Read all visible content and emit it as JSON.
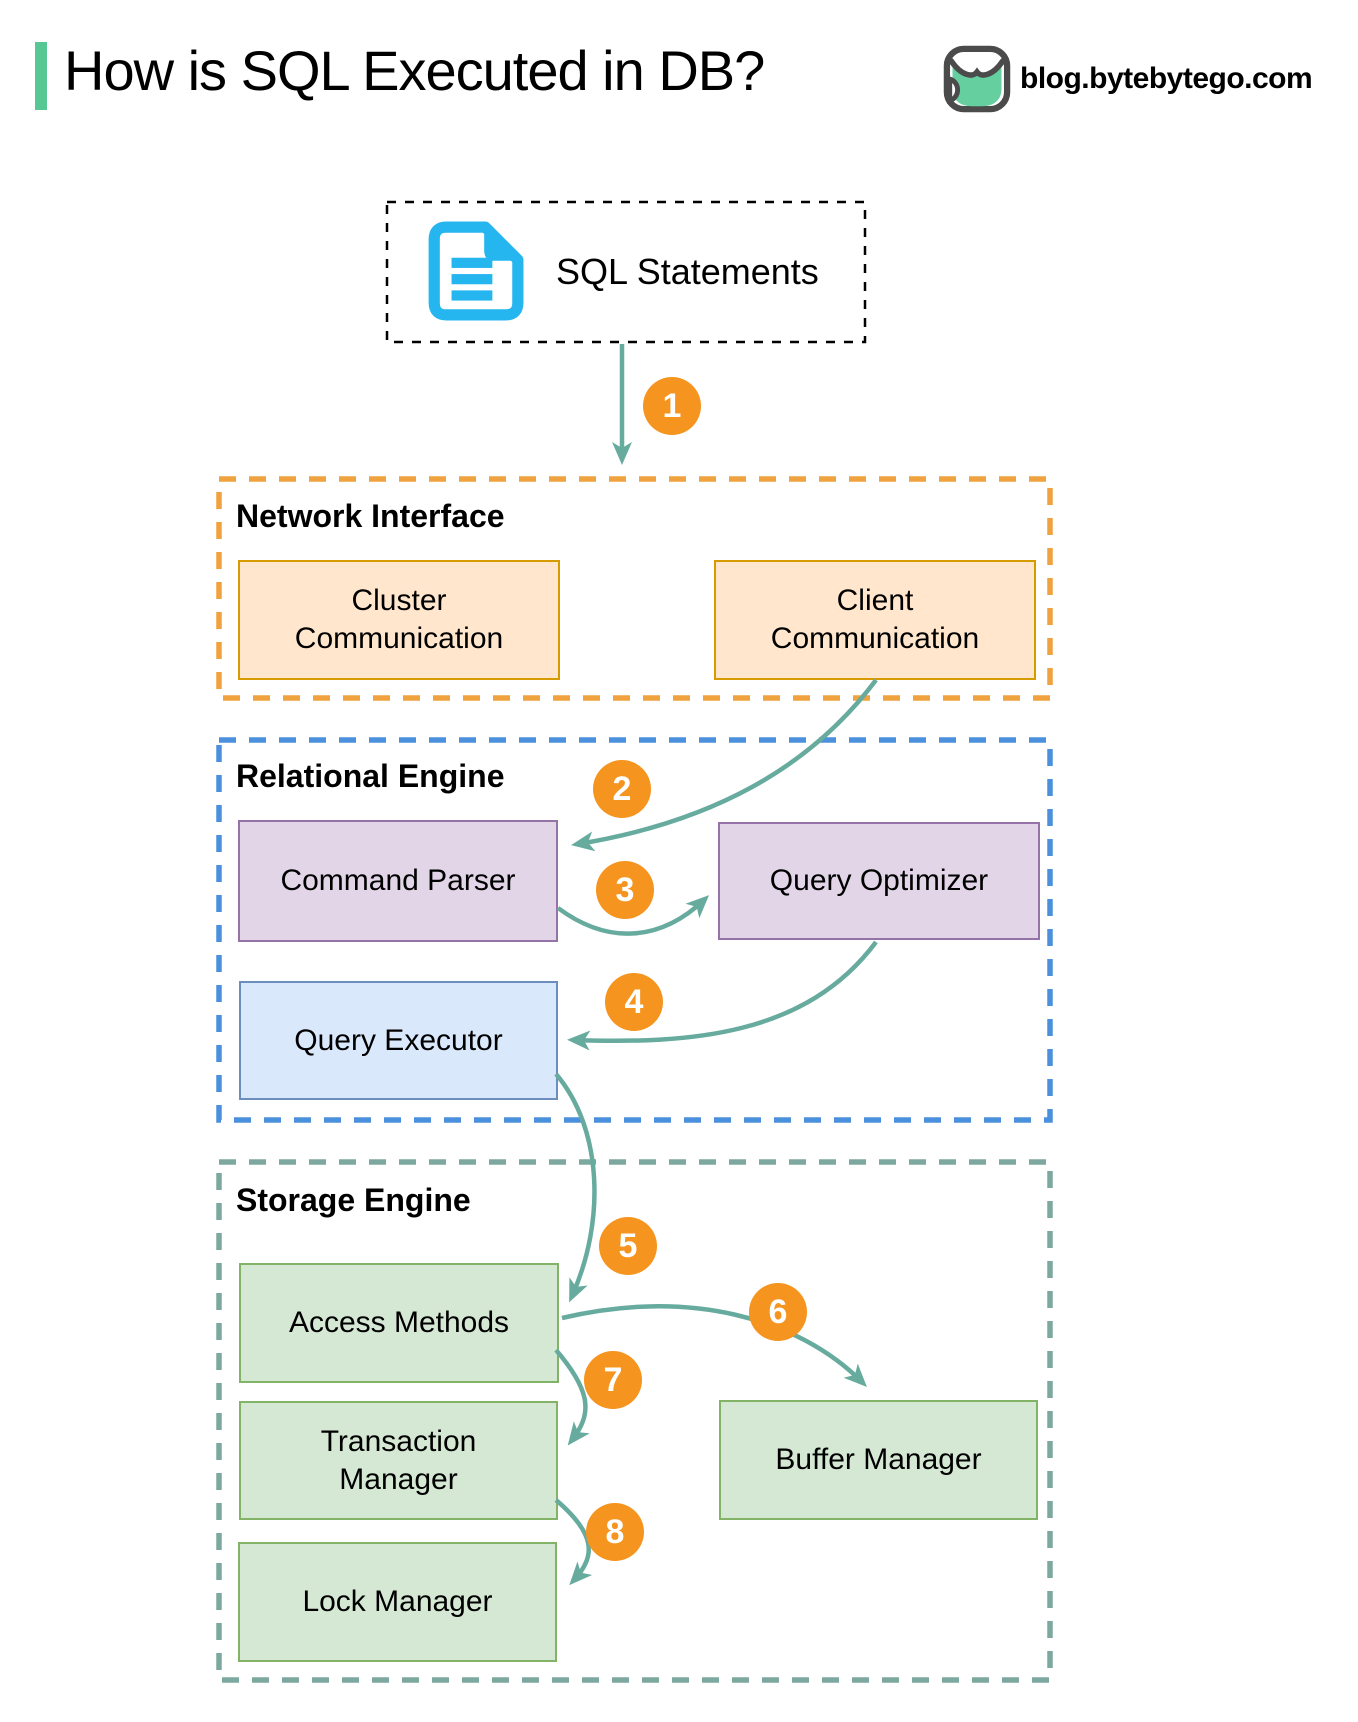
{
  "header": {
    "title": "How is SQL Executed in DB?",
    "brand": "blog.bytebytego.com"
  },
  "source_box": {
    "label": "SQL Statements",
    "icon": "document-icon"
  },
  "sections": {
    "network": {
      "label": "Network Interface",
      "boxes": {
        "cluster": {
          "label": "Cluster\nCommunication"
        },
        "client": {
          "label": "Client\nCommunication"
        }
      }
    },
    "relational": {
      "label": "Relational Engine",
      "boxes": {
        "parser": {
          "label": "Command Parser"
        },
        "optimizer": {
          "label": "Query Optimizer"
        },
        "executor": {
          "label": "Query Executor"
        }
      }
    },
    "storage": {
      "label": "Storage Engine",
      "boxes": {
        "access": {
          "label": "Access Methods"
        },
        "transaction": {
          "label": "Transaction\nManager"
        },
        "lock": {
          "label": "Lock Manager"
        },
        "buffer": {
          "label": "Buffer Manager"
        }
      }
    }
  },
  "steps": {
    "s1": "1",
    "s2": "2",
    "s3": "3",
    "s4": "4",
    "s5": "5",
    "s6": "6",
    "s7": "7",
    "s8": "8"
  },
  "colors": {
    "accent_bar": "#57C793",
    "arrow": "#67AB9F",
    "step_badge": "#F5941E",
    "network_border": "#F0A23E",
    "relational_border": "#4A90DC",
    "storage_border": "#7DA89F",
    "orange_box_fill": "#FFE6CC",
    "orange_box_border": "#D79B00",
    "purple_box_fill": "#E1D5E7",
    "purple_box_border": "#9673A6",
    "blue_box_fill": "#DAE8FC",
    "blue_box_border": "#6C8EBF",
    "green_box_fill": "#D5E8D4",
    "green_box_border": "#82B366",
    "document_icon": "#25B6F0"
  }
}
